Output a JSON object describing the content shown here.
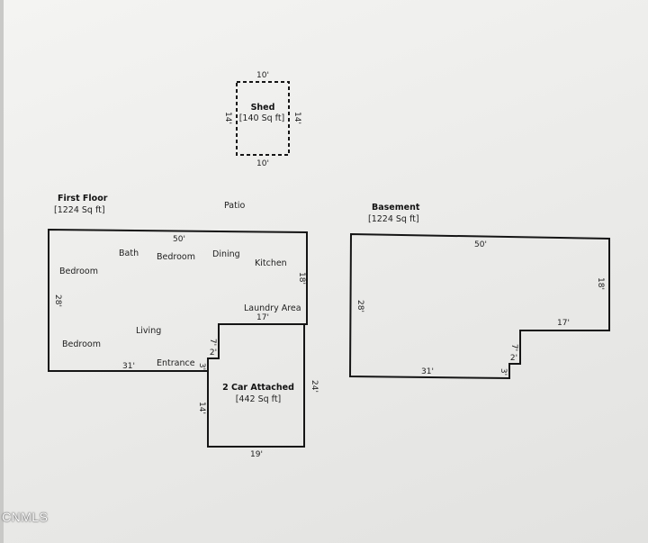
{
  "shed": {
    "title": "Shed",
    "area": "[140 Sq ft]",
    "dim_top": "10'",
    "dim_bottom": "10'",
    "dim_left": "14'",
    "dim_right": "14'"
  },
  "first_floor": {
    "title": "First Floor",
    "area": "[1224 Sq ft]",
    "rooms": {
      "patio": "Patio",
      "bath": "Bath",
      "bedroom_1": "Bedroom",
      "bedroom_top": "Bedroom",
      "dining": "Dining",
      "kitchen": "Kitchen",
      "laundry": "Laundry Area",
      "living": "Living",
      "bedroom_2": "Bedroom",
      "entrance": "Entrance"
    },
    "dims": {
      "top": "50'",
      "left": "28'",
      "right": "18'",
      "notch": "17'",
      "step_upper": "7'",
      "step_mid": "2'",
      "step_lower": "3'",
      "bottom": "31'"
    }
  },
  "garage": {
    "title": "2 Car Attached",
    "area": "[442 Sq ft]",
    "dim_right": "24'",
    "dim_left": "14'",
    "dim_bottom": "19'"
  },
  "basement": {
    "title": "Basement",
    "area": "[1224 Sq ft]",
    "dims": {
      "top": "50'",
      "left": "28'",
      "right": "18'",
      "notch": "17'",
      "step_upper": "7'",
      "step_mid": "2'",
      "step_lower": "3'",
      "bottom": "31'"
    }
  },
  "watermark": "CNMLS"
}
